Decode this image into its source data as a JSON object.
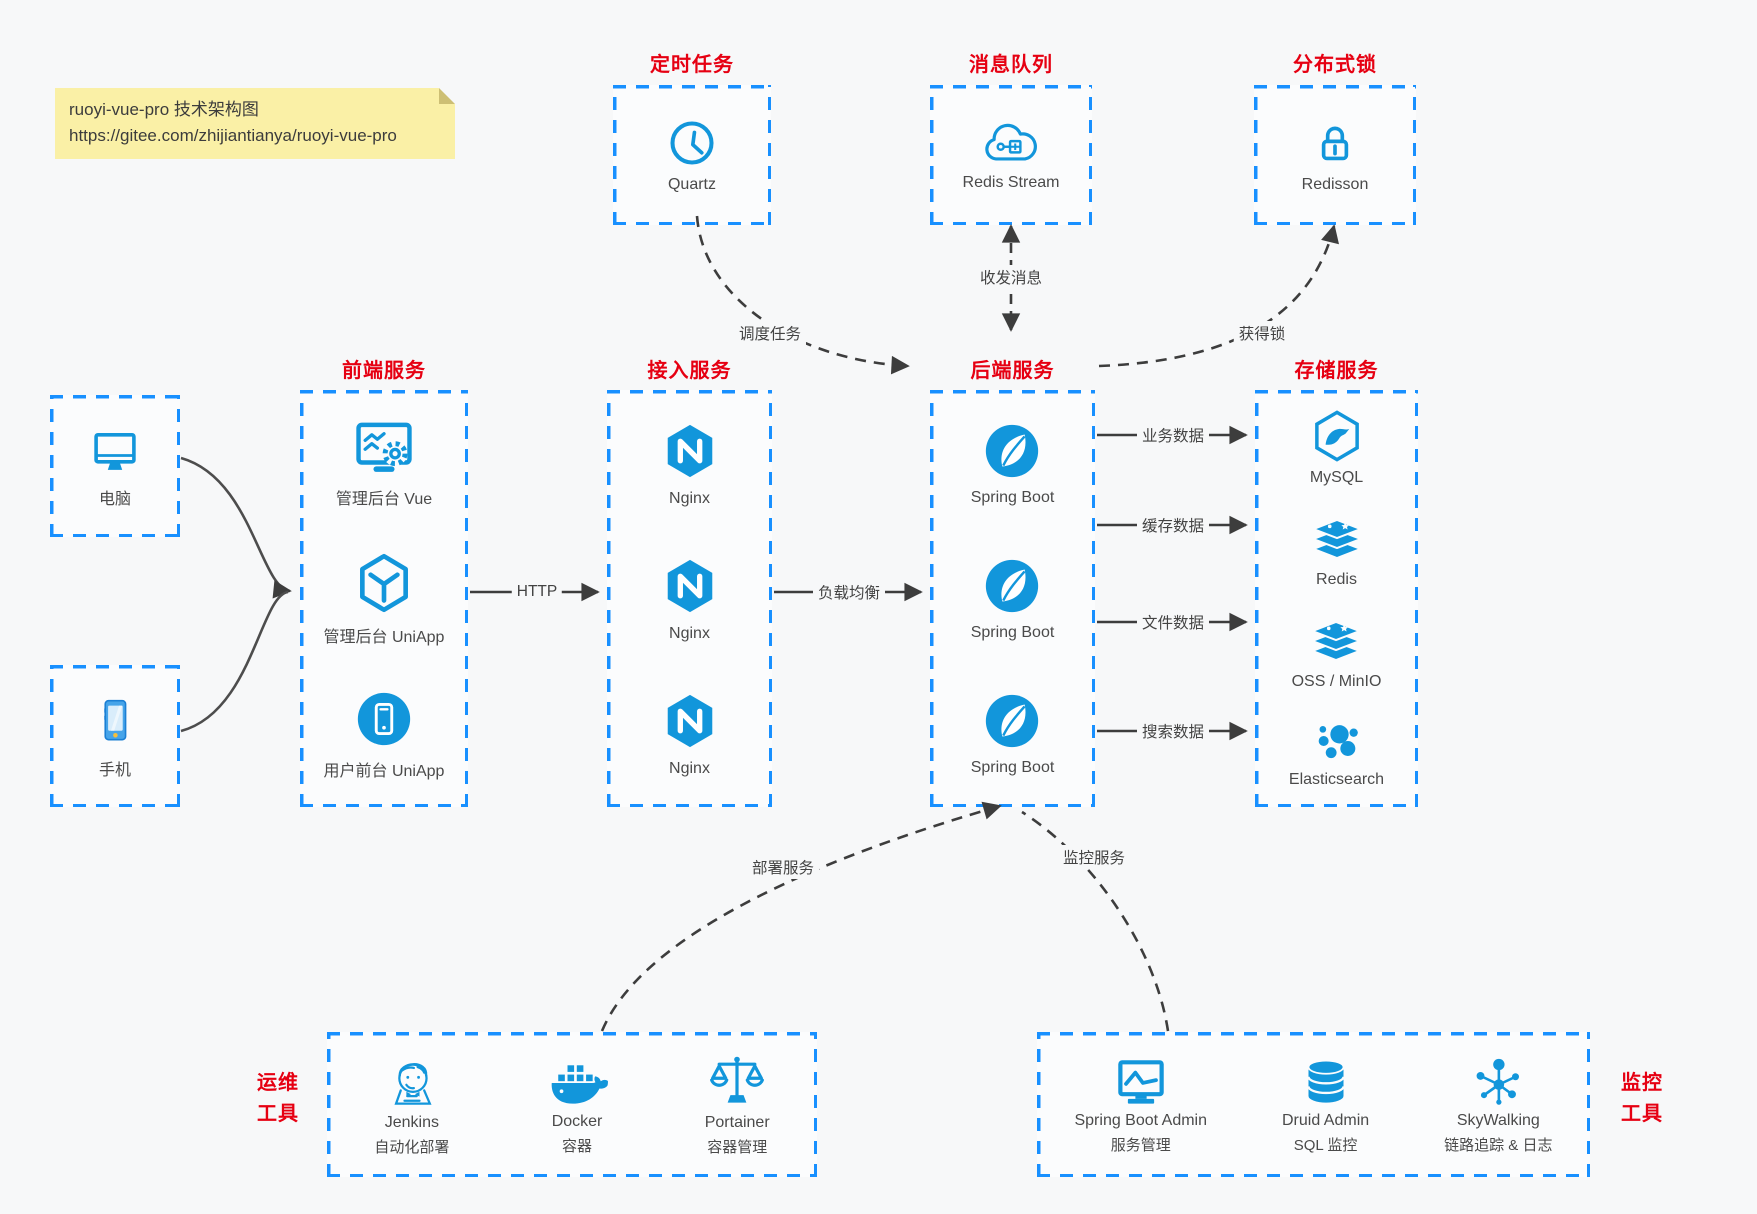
{
  "note": {
    "line1": "ruoyi-vue-pro 技术架构图",
    "line2": "https://gitee.com/zhijiantianya/ruoyi-vue-pro"
  },
  "colors": {
    "accent_blue": "#1890ff",
    "icon_blue": "#1296db",
    "title_red": "#e60012",
    "note_bg": "#faf0a6",
    "background": "#f7f8f9"
  },
  "groups": {
    "scheduled_task": {
      "title": "定时任务",
      "item": {
        "label": "Quartz",
        "icon": "clock-icon"
      }
    },
    "message_queue": {
      "title": "消息队列",
      "item": {
        "label": "Redis Stream",
        "icon": "cloud-network-icon"
      }
    },
    "distributed_lock": {
      "title": "分布式锁",
      "item": {
        "label": "Redisson",
        "icon": "lock-icon"
      }
    },
    "clients": {
      "pc": {
        "label": "电脑",
        "icon": "desktop-icon"
      },
      "mobile": {
        "label": "手机",
        "icon": "smartphone-icon"
      }
    },
    "frontend": {
      "title": "前端服务",
      "items": [
        {
          "label": "管理后台 Vue",
          "icon": "admin-vue-icon"
        },
        {
          "label": "管理后台 UniApp",
          "icon": "uniapp-cube-icon"
        },
        {
          "label": "用户前台 UniApp",
          "icon": "user-app-icon"
        }
      ]
    },
    "gateway": {
      "title": "接入服务",
      "items": [
        {
          "label": "Nginx",
          "icon": "nginx-icon"
        },
        {
          "label": "Nginx",
          "icon": "nginx-icon"
        },
        {
          "label": "Nginx",
          "icon": "nginx-icon"
        }
      ]
    },
    "backend": {
      "title": "后端服务",
      "items": [
        {
          "label": "Spring Boot",
          "icon": "spring-boot-icon"
        },
        {
          "label": "Spring Boot",
          "icon": "spring-boot-icon"
        },
        {
          "label": "Spring Boot",
          "icon": "spring-boot-icon"
        }
      ]
    },
    "storage": {
      "title": "存储服务",
      "items": [
        {
          "label": "MySQL",
          "icon": "mysql-icon"
        },
        {
          "label": "Redis",
          "icon": "redis-stack-icon"
        },
        {
          "label": "OSS / MinIO",
          "icon": "storage-stack-icon"
        },
        {
          "label": "Elasticsearch",
          "icon": "elasticsearch-icon"
        }
      ]
    },
    "ops_tools": {
      "title_line1": "运维",
      "title_line2": "工具",
      "items": [
        {
          "name": "Jenkins",
          "desc": "自动化部署",
          "icon": "jenkins-icon"
        },
        {
          "name": "Docker",
          "desc": "容器",
          "icon": "docker-whale-icon"
        },
        {
          "name": "Portainer",
          "desc": "容器管理",
          "icon": "portainer-scales-icon"
        }
      ]
    },
    "monitor_tools": {
      "title_line1": "监控",
      "title_line2": "工具",
      "items": [
        {
          "name": "Spring Boot Admin",
          "desc": "服务管理",
          "icon": "monitor-chart-icon"
        },
        {
          "name": "Druid Admin",
          "desc": "SQL 监控",
          "icon": "database-icon"
        },
        {
          "name": "SkyWalking",
          "desc": "链路追踪 & 日志",
          "icon": "topology-icon"
        }
      ]
    }
  },
  "edges": {
    "schedule": "调度任务",
    "message": "收发消息",
    "lock": "获得锁",
    "http": "HTTP",
    "load_balance": "负载均衡",
    "business_data": "业务数据",
    "cache_data": "缓存数据",
    "file_data": "文件数据",
    "search_data": "搜索数据",
    "deploy": "部署服务",
    "monitor": "监控服务"
  }
}
